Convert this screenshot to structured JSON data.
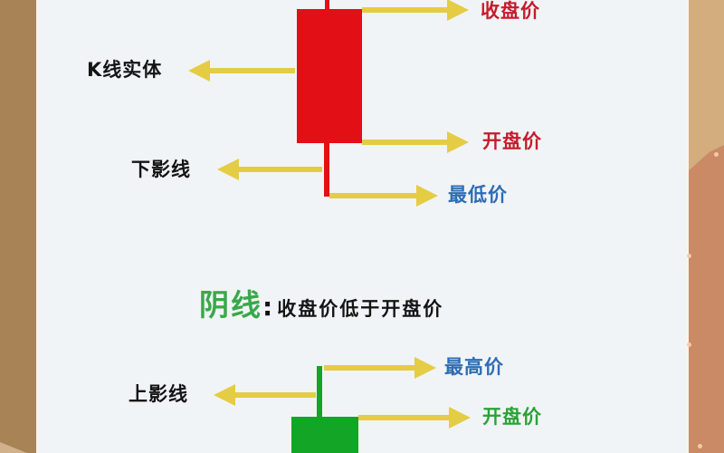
{
  "colors": {
    "bullish_candle": "#e30f16",
    "bearish_candle": "#12a526",
    "arrow": "#e4cc45",
    "label_black": "#141414",
    "label_red": "#c61b2a",
    "label_blue": "#2f6cb3",
    "label_green": "#29a237",
    "heading_green": "#3aa84a",
    "background": "#f1f4f6"
  },
  "bullish": {
    "labels": {
      "close_price": "收盘价",
      "body": "K线实体",
      "open_price": "开盘价",
      "lower_shadow": "下影线",
      "low_price": "最低价"
    }
  },
  "bearish": {
    "heading_title": "阴线",
    "heading_colon": ":",
    "heading_desc": "收盘价低于开盘价",
    "labels": {
      "high_price": "最高价",
      "upper_shadow": "上影线",
      "open_price": "开盘价"
    }
  }
}
